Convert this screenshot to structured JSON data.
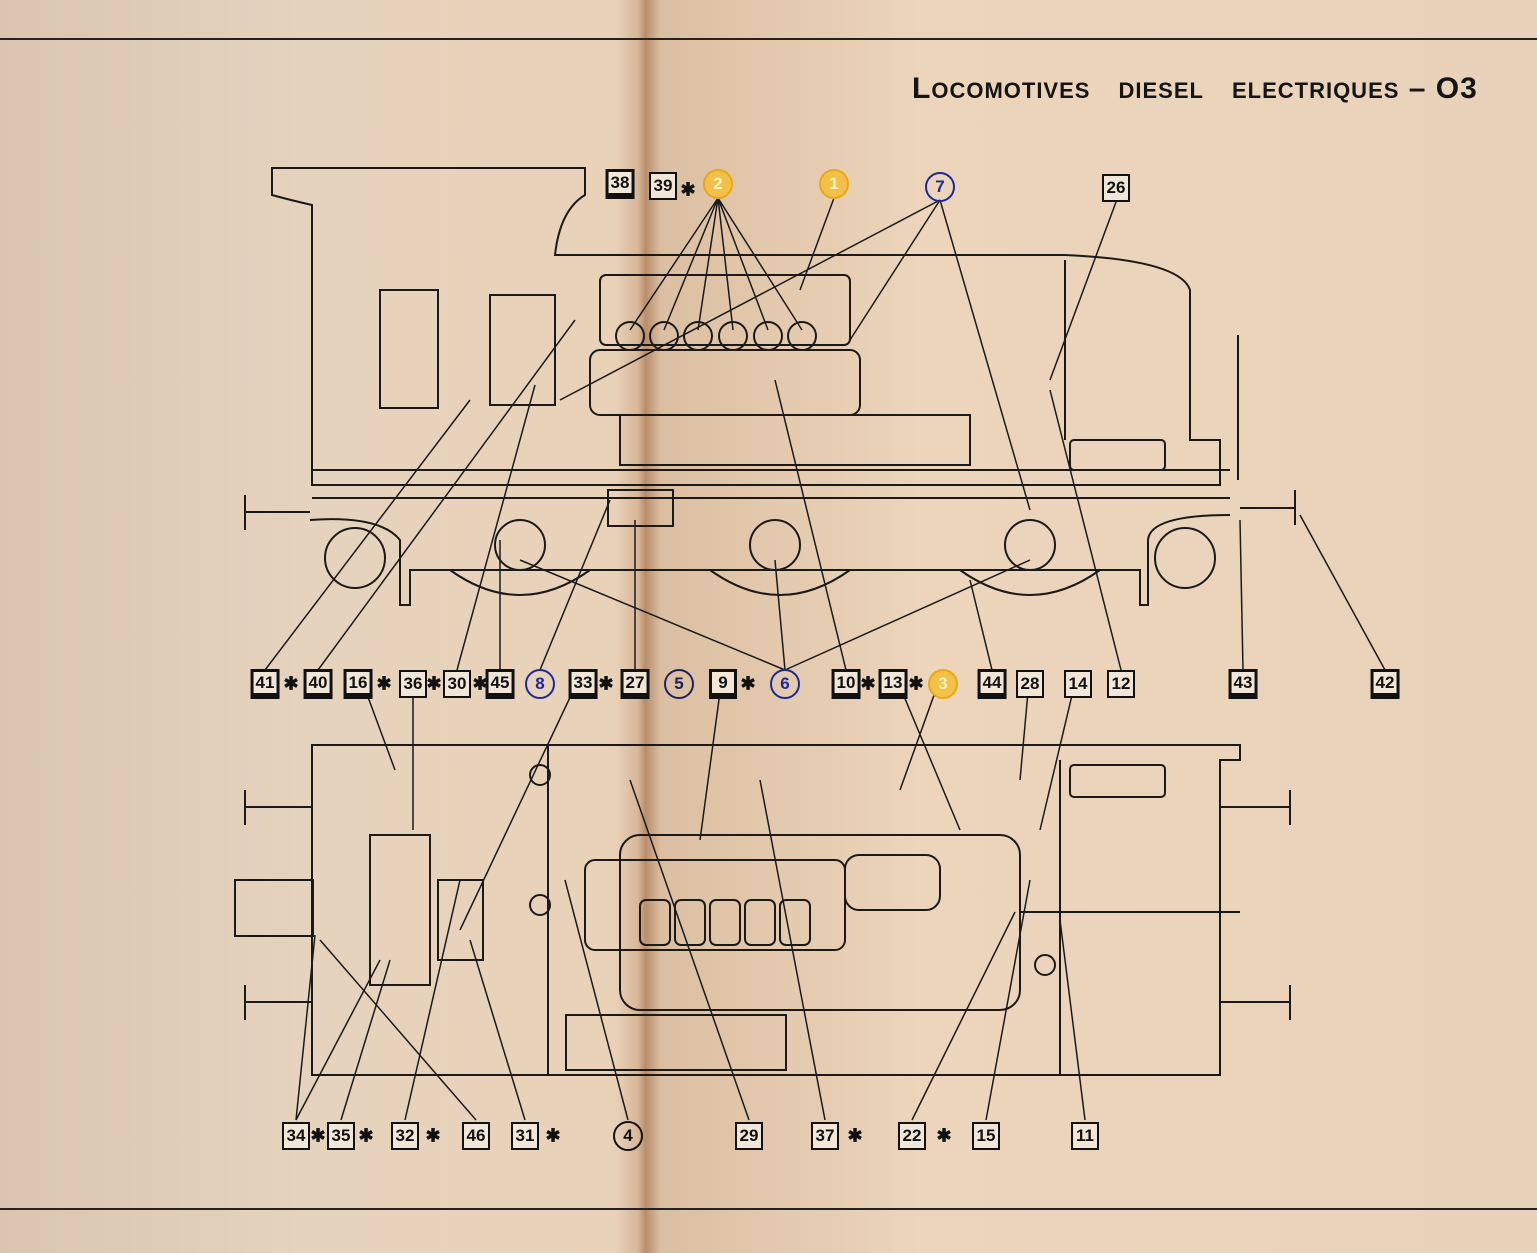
{
  "title": {
    "first": "L",
    "rest": "OCOMOTIVES",
    "w2": "DIESEL",
    "w3": "ELECTRIQUES",
    "suffix": "– O3"
  },
  "colors": {
    "blue": "#1a2a9a",
    "yellow": "#e8a818",
    "ink": "#111111",
    "paper": "#e9d4bb"
  },
  "labels_top": [
    {
      "text": "38",
      "style": "filled"
    },
    {
      "text": "39",
      "style": "box"
    },
    {
      "text": "*",
      "style": "star"
    },
    {
      "text": "2",
      "style": "circle",
      "color": "yellow"
    },
    {
      "text": "1",
      "style": "circle",
      "color": "yellow"
    },
    {
      "text": "7",
      "style": "circle",
      "color": "blue"
    },
    {
      "text": "26",
      "style": "box"
    }
  ],
  "labels_middle": [
    {
      "text": "41",
      "style": "filled"
    },
    {
      "text": "*",
      "style": "star"
    },
    {
      "text": "40",
      "style": "filled"
    },
    {
      "text": "16",
      "style": "filled"
    },
    {
      "text": "*",
      "style": "star"
    },
    {
      "text": "36",
      "style": "box"
    },
    {
      "text": "*",
      "style": "star"
    },
    {
      "text": "30",
      "style": "box"
    },
    {
      "text": "*",
      "style": "star"
    },
    {
      "text": "45",
      "style": "filled"
    },
    {
      "text": "8",
      "style": "circle",
      "color": "blue"
    },
    {
      "text": "33",
      "style": "filled"
    },
    {
      "text": "*",
      "style": "star"
    },
    {
      "text": "27",
      "style": "filled"
    },
    {
      "text": "5",
      "style": "circle",
      "color": "darkblue"
    },
    {
      "text": "9",
      "style": "filled"
    },
    {
      "text": "*",
      "style": "star"
    },
    {
      "text": "6",
      "style": "circle",
      "color": "blue"
    },
    {
      "text": "10",
      "style": "filled"
    },
    {
      "text": "*",
      "style": "star"
    },
    {
      "text": "13",
      "style": "filled"
    },
    {
      "text": "*",
      "style": "star"
    },
    {
      "text": "3",
      "style": "circle",
      "color": "yellow"
    },
    {
      "text": "44",
      "style": "filled"
    },
    {
      "text": "28",
      "style": "box"
    },
    {
      "text": "14",
      "style": "box"
    },
    {
      "text": "12",
      "style": "box"
    },
    {
      "text": "43",
      "style": "filled"
    },
    {
      "text": "42",
      "style": "filled"
    }
  ],
  "labels_bottom": [
    {
      "text": "34",
      "style": "box"
    },
    {
      "text": "*",
      "style": "star"
    },
    {
      "text": "35",
      "style": "box"
    },
    {
      "text": "*",
      "style": "star"
    },
    {
      "text": "32",
      "style": "box"
    },
    {
      "text": "*",
      "style": "star"
    },
    {
      "text": "46",
      "style": "box"
    },
    {
      "text": "31",
      "style": "box"
    },
    {
      "text": "*",
      "style": "star"
    },
    {
      "text": "4",
      "style": "circle",
      "color": "ink"
    },
    {
      "text": "29",
      "style": "box"
    },
    {
      "text": "37",
      "style": "box"
    },
    {
      "text": "*",
      "style": "star"
    },
    {
      "text": "22",
      "style": "box"
    },
    {
      "text": "*",
      "style": "star"
    },
    {
      "text": "15",
      "style": "box"
    },
    {
      "text": "11",
      "style": "box"
    }
  ]
}
